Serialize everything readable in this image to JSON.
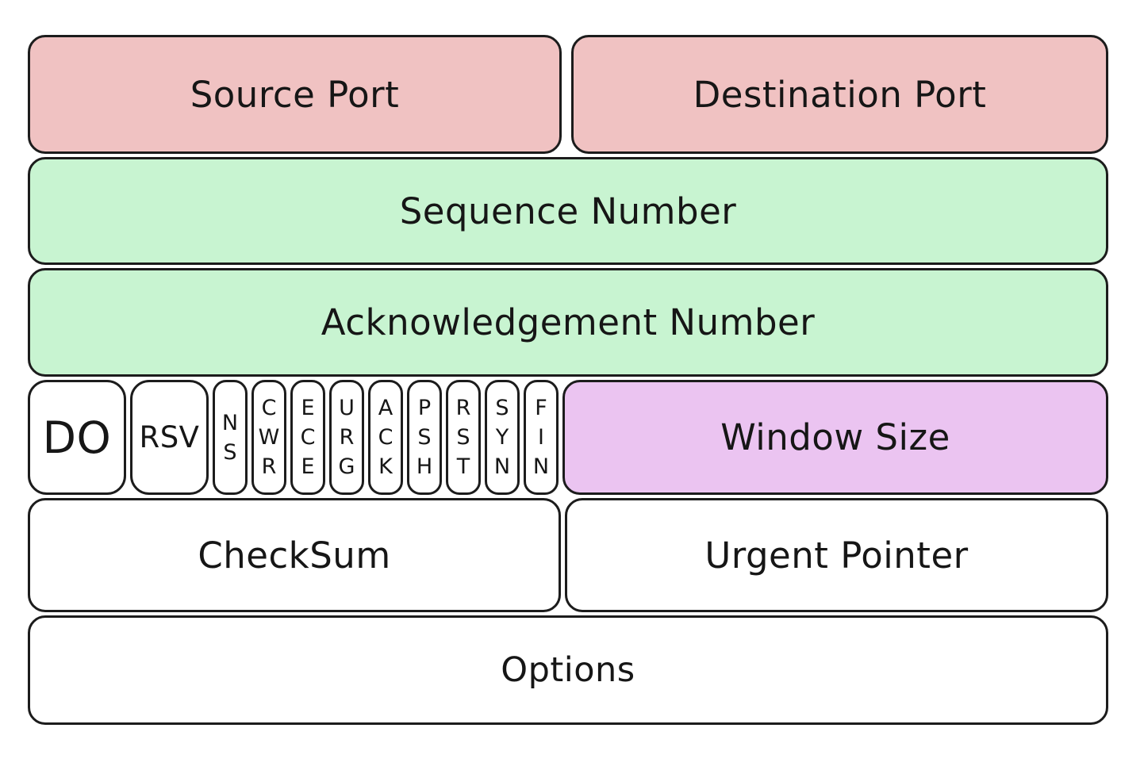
{
  "colors": {
    "field_pink": "#f0c2c2",
    "field_green": "#c8f4d1",
    "field_purple": "#ebc4f1",
    "field_white": "#ffffff",
    "outline": "#1c1c1c"
  },
  "fields": {
    "source_port": "Source Port",
    "destination_port": "Destination Port",
    "sequence_number": "Sequence Number",
    "acknowledgement_number": "Acknowledgement Number",
    "data_offset": "DO",
    "reserved": "RSV",
    "window_size": "Window Size",
    "checksum": "CheckSum",
    "urgent_pointer": "Urgent Pointer",
    "options": "Options"
  },
  "flags": [
    "NS",
    "CWR",
    "ECE",
    "URG",
    "ACK",
    "PSH",
    "RST",
    "SYN",
    "FIN"
  ]
}
